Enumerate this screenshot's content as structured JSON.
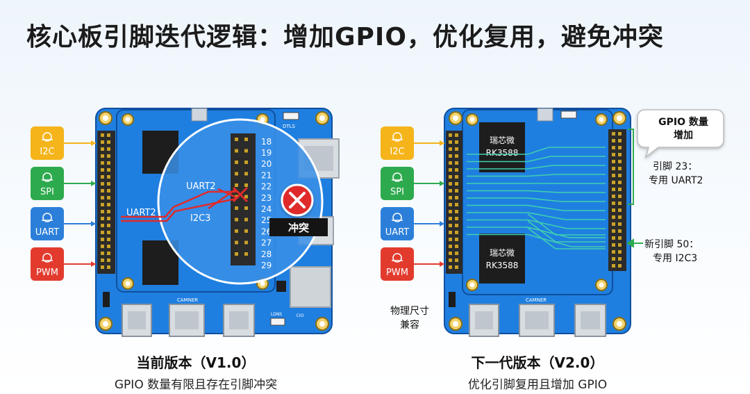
{
  "title": "核心板引脚迭代逻辑：增加GPIO，优化复用，避免冲突",
  "interfaces": [
    {
      "label": "I2C",
      "icon": "nodes-icon",
      "color": "#f4b41a"
    },
    {
      "label": "SPI",
      "icon": "spi-icon",
      "color": "#2eaa4e"
    },
    {
      "label": "UART",
      "icon": "uart-icon",
      "color": "#2c7fd9"
    },
    {
      "label": "PWM",
      "icon": "wave-icon",
      "color": "#e23b2e"
    }
  ],
  "left_board": {
    "pin_numbers_big": [
      "19",
      "20",
      "21",
      "22",
      "23",
      "24",
      "25",
      "26",
      "27",
      "28",
      "29"
    ],
    "pin_numbers_top_left": "18",
    "uart2_label": "UART2",
    "uart2_inner_label": "UART2",
    "i2c3_label": "I2C3",
    "conflict_label": "冲突",
    "connector_label": "CAMNER",
    "small_label_top": "DTLS",
    "small_label_bottom1": "LDNS",
    "small_label_bottom2": "CIO"
  },
  "right_board": {
    "chip1_line1": "瑞芯微",
    "chip1_line2": "RK3588",
    "chip2_line1": "瑞芯微",
    "chip2_line2": "RK3588",
    "connector_label": "CAMNER",
    "gpio_callout_line1": "GPIO 数量",
    "gpio_callout_line2": "增加",
    "pin23_line1": "引脚 23：",
    "pin23_line2": "专用 UART2",
    "pin50_line1": "新引脚 50：",
    "pin50_line2": "专用 I2C3",
    "compat_line1": "物理尺寸",
    "compat_line2": "兼容"
  },
  "captions": {
    "left_main": "当前版本（V1.0）",
    "left_sub": "GPIO 数量有限且存在引脚冲突",
    "right_main": "下一代版本（V2.0）",
    "right_sub": "优化引脚复用且增加 GPIO"
  },
  "colors": {
    "board": "#1f7fe0",
    "board_dark": "#1565c0",
    "header": "#2b2b2b",
    "conflict": "#e02a2a",
    "trace": "#3fd0b0",
    "callout_border": "#2eaa4e"
  }
}
